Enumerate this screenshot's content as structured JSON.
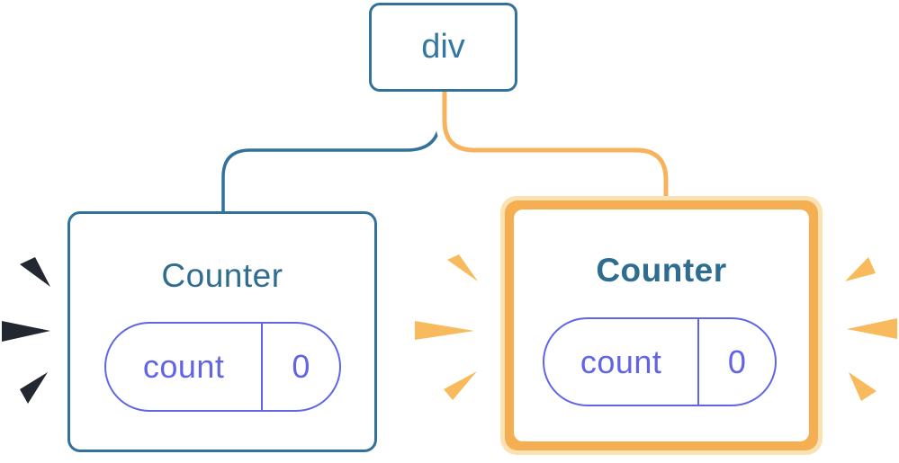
{
  "colors": {
    "blue": "#31719C",
    "blue_text": "#2E6D90",
    "div_text": "#35789F",
    "purple": "#6165E5",
    "orange_line": "#F6B35C",
    "orange_ring": "#F5AF52",
    "cream_ring": "#FBE2B2",
    "orange_burst": "#F8BA5C",
    "dark_burst": "#23272F",
    "casing": "#FFFFFF",
    "card_bg": "#FFFFFF",
    "page_bg": "#FFFFFF"
  },
  "tree": {
    "root": {
      "label": "div"
    },
    "children": [
      {
        "label": "Counter",
        "state_key": "count",
        "state_value": "0",
        "highlighted": false
      },
      {
        "label": "Counter",
        "state_key": "count",
        "state_value": "0",
        "highlighted": true
      }
    ]
  }
}
